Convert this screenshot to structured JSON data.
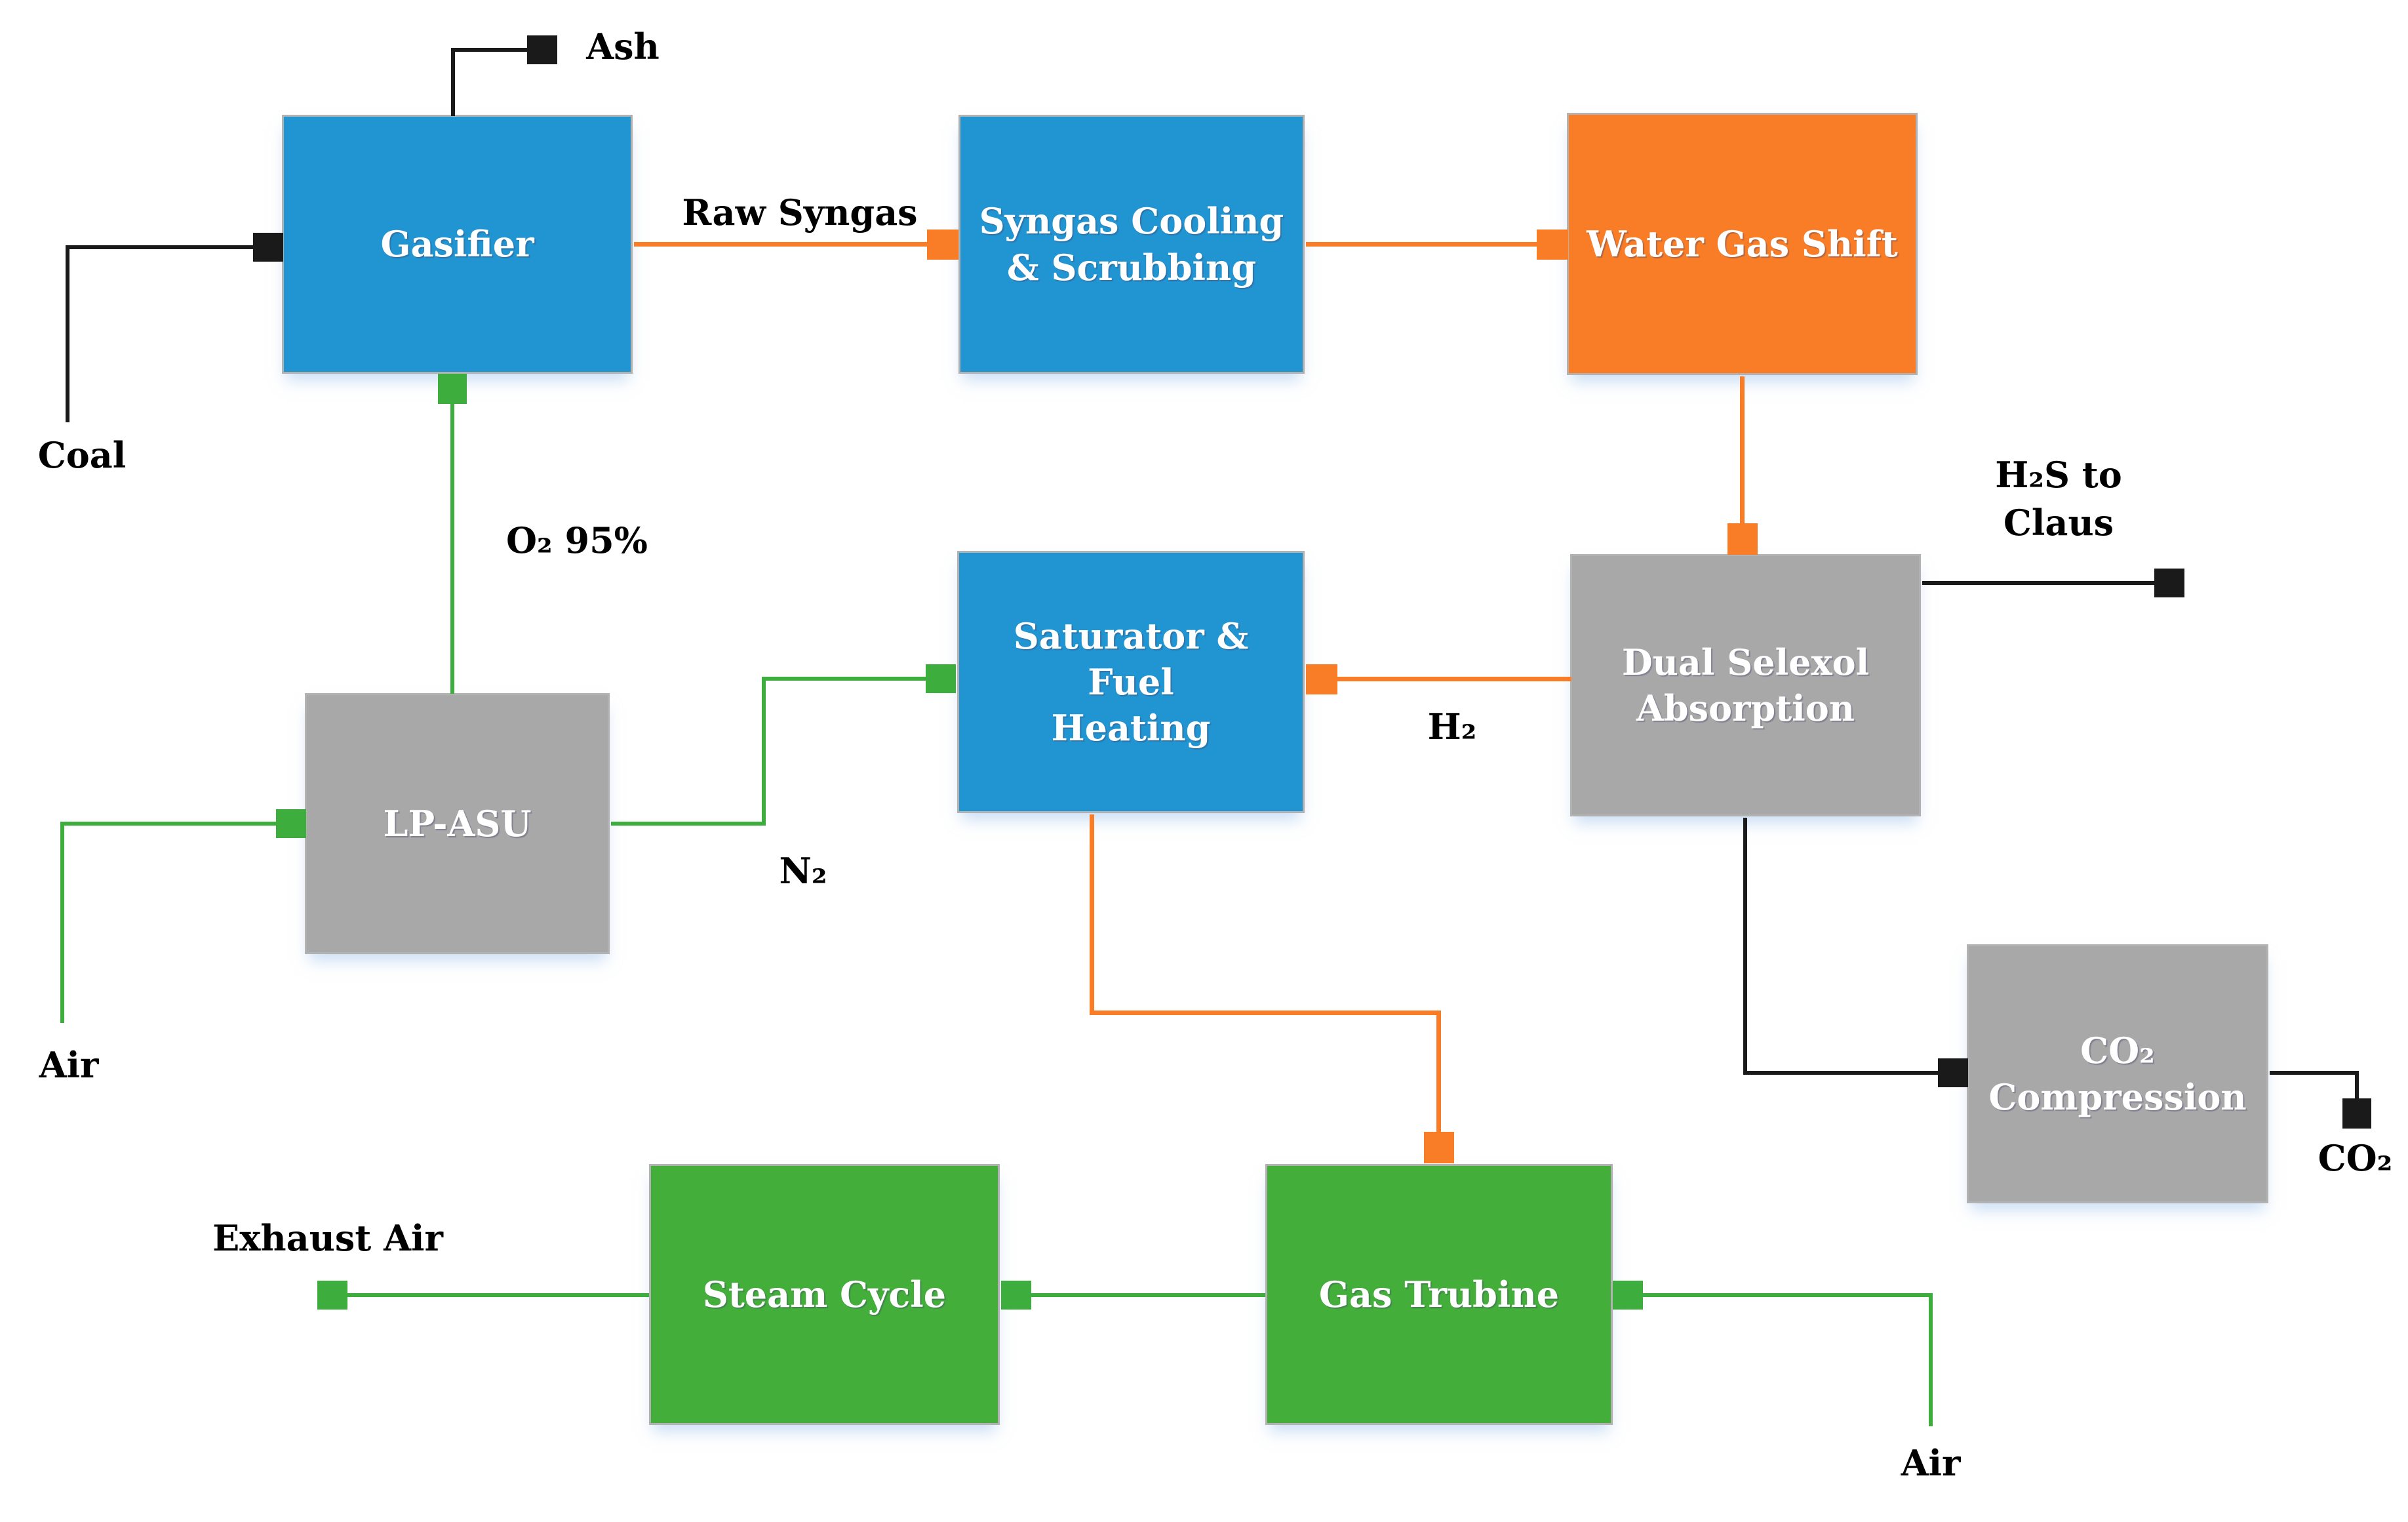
{
  "palette": {
    "box_blue": "#2095D2",
    "box_orange": "#F97D26",
    "box_green": "#43AE3A",
    "box_gray": "#A8A8A8",
    "box_label_text": "#FFFFFF",
    "line_black": "#1A1A1A",
    "line_orange": "#F97D26",
    "line_green": "#3DAE3D",
    "outside_label_text": "#000000"
  },
  "boxes": {
    "gasifier": {
      "label": "Gasifier",
      "color": "blue"
    },
    "syngas_cooling": {
      "label": "Syngas Cooling\n& Scrubbing",
      "color": "blue"
    },
    "water_gas_shift": {
      "label": "Water Gas Shift",
      "color": "orange"
    },
    "saturator": {
      "label": "Saturator & Fuel\nHeating",
      "color": "blue"
    },
    "dual_selexol": {
      "label": "Dual Selexol\nAbsorption",
      "color": "gray"
    },
    "lp_asu": {
      "label": "LP-ASU",
      "color": "gray"
    },
    "co2_compression": {
      "label": "CO₂\nCompression",
      "color": "gray"
    },
    "steam_cycle": {
      "label": "Steam Cycle",
      "color": "green"
    },
    "gas_turbine": {
      "label": "Gas Trubine",
      "color": "green"
    }
  },
  "stream_labels": {
    "ash": "Ash",
    "coal": "Coal",
    "raw_syngas": "Raw Syngas",
    "o2": "O₂ 95%",
    "h2s_claus": "H₂S to\nClaus",
    "h2": "H₂",
    "n2": "N₂",
    "air_left": "Air",
    "air_right": "Air",
    "exhaust_air": "Exhaust Air",
    "co2_out": "CO₂"
  },
  "flows": [
    {
      "from": "gasifier",
      "to": "ash-outlet",
      "label": "Ash",
      "color": "black"
    },
    {
      "from": "coal-inlet",
      "to": "gasifier",
      "label": "Coal",
      "color": "black"
    },
    {
      "from": "gasifier",
      "to": "syngas_cooling",
      "label": "Raw Syngas",
      "color": "orange"
    },
    {
      "from": "syngas_cooling",
      "to": "water_gas_shift",
      "label": "",
      "color": "orange"
    },
    {
      "from": "water_gas_shift",
      "to": "dual_selexol",
      "label": "",
      "color": "orange"
    },
    {
      "from": "dual_selexol",
      "to": "claus-outlet",
      "label": "H₂S to Claus",
      "color": "black"
    },
    {
      "from": "dual_selexol",
      "to": "saturator",
      "label": "H₂",
      "color": "orange"
    },
    {
      "from": "saturator",
      "to": "gas_turbine",
      "label": "",
      "color": "orange"
    },
    {
      "from": "lp_asu",
      "to": "gasifier",
      "label": "O₂ 95%",
      "color": "green"
    },
    {
      "from": "air-inlet-left",
      "to": "lp_asu",
      "label": "Air",
      "color": "green"
    },
    {
      "from": "lp_asu",
      "to": "saturator",
      "label": "N₂",
      "color": "green"
    },
    {
      "from": "dual_selexol",
      "to": "co2_compression",
      "label": "",
      "color": "black"
    },
    {
      "from": "co2_compression",
      "to": "co2-outlet",
      "label": "CO₂",
      "color": "black"
    },
    {
      "from": "gas_turbine",
      "to": "steam_cycle",
      "label": "",
      "color": "green"
    },
    {
      "from": "steam_cycle",
      "to": "exhaust-outlet",
      "label": "Exhaust Air",
      "color": "green"
    },
    {
      "from": "air-inlet-right",
      "to": "gas_turbine",
      "label": "Air",
      "color": "green"
    }
  ]
}
